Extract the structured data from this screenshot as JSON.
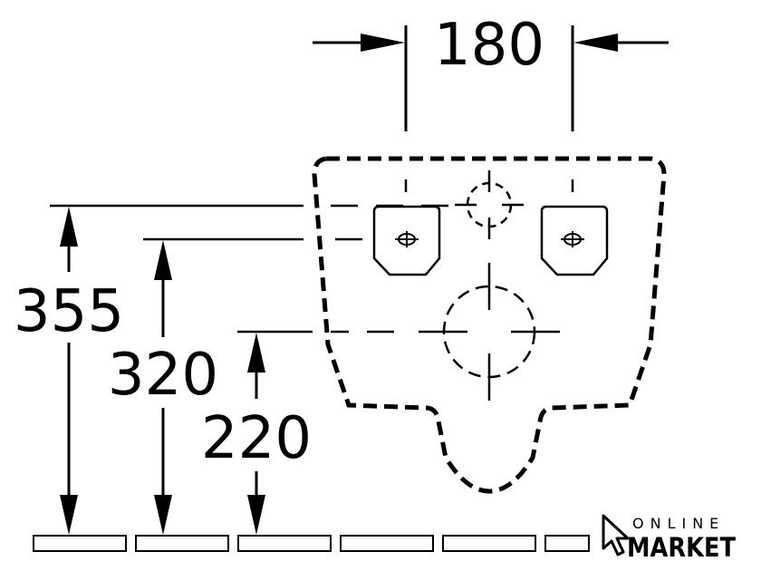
{
  "dimensions": {
    "width_label": "180",
    "height_355": "355",
    "height_320": "320",
    "height_220": "220"
  },
  "logo": {
    "line1": "ONLINE",
    "line2": "MARKET",
    "icon": "cursor-arrow-icon"
  },
  "colors": {
    "ink": "#000000",
    "background": "#ffffff"
  }
}
